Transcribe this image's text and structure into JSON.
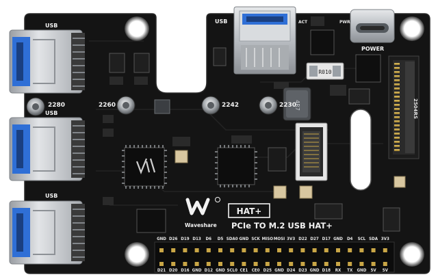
{
  "colors": {
    "pcb": "#141414",
    "pcb_edge": "#1e1e1e",
    "silk": "#f2f2f2",
    "metal": "#c9ccd0",
    "metal_dark": "#8d9196",
    "usb_blue": "#2f6fd6",
    "gold": "#c9a646",
    "copper": "#b0762f"
  },
  "board": {
    "usb_labels": [
      "USB",
      "USB",
      "USB",
      "USB"
    ],
    "power_label": "POWER",
    "act_label": "ACT",
    "pwr_label": "PWR",
    "standoff_labels": [
      "2280",
      "2260",
      "2242",
      "2230"
    ],
    "inductor_label": "R010",
    "inductor2_label": "4R7",
    "m2_label": "2504RS",
    "brand": "Waveshare",
    "hat_badge": "HAT+",
    "product_title": "PCIe TO M.2 USB HAT+",
    "gpio_top": [
      "GND",
      "D26",
      "D19",
      "D13",
      "D6",
      "D5",
      "SDA0",
      "GND",
      "SCK",
      "MISO",
      "MOSI",
      "3V3",
      "D22",
      "D27",
      "D17",
      "GND",
      "D4",
      "SCL",
      "SDA",
      "3V3"
    ],
    "gpio_bottom": [
      "D21",
      "D20",
      "D16",
      "GND",
      "D12",
      "GND",
      "SCL0",
      "CE1",
      "CE0",
      "D25",
      "GND",
      "D24",
      "D23",
      "GND",
      "D18",
      "RX",
      "TX",
      "GND",
      "5V",
      "5V"
    ]
  }
}
